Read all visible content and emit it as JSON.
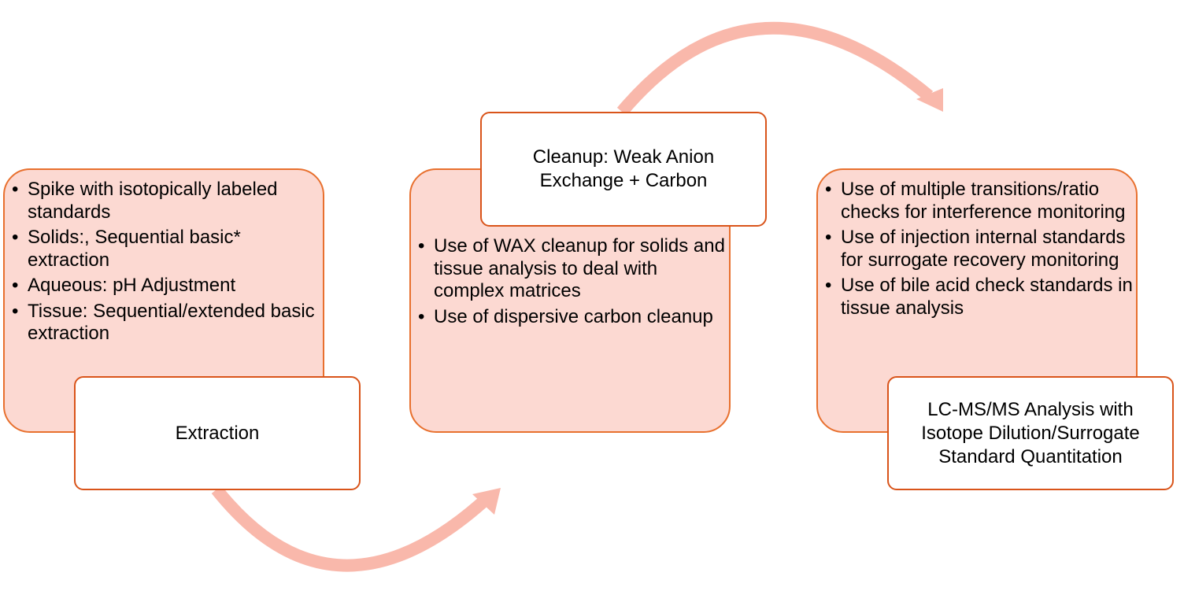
{
  "colors": {
    "panel_fill": "#fcd9d2",
    "panel_border": "#e8702e",
    "label_border": "#d9541a",
    "arrow": "#f9b8ab"
  },
  "steps": [
    {
      "title": "Extraction",
      "bullets": [
        "Spike with isotopically labeled standards",
        "Solids:, Sequential basic* extraction",
        "Aqueous: pH Adjustment",
        "Tissue: Sequential/extended basic extraction"
      ]
    },
    {
      "title": "Cleanup: Weak Anion Exchange + Carbon",
      "bullets": [
        "Use of WAX cleanup for solids and tissue analysis to deal with complex matrices",
        "Use of dispersive carbon cleanup"
      ]
    },
    {
      "title": "LC-MS/MS Analysis with Isotope Dilution/Surrogate Standard Quantitation",
      "bullets": [
        "Use of multiple transitions/ratio checks for interference monitoring",
        "Use of injection internal standards for surrogate recovery monitoring",
        "Use of bile acid check standards in tissue analysis"
      ]
    }
  ]
}
